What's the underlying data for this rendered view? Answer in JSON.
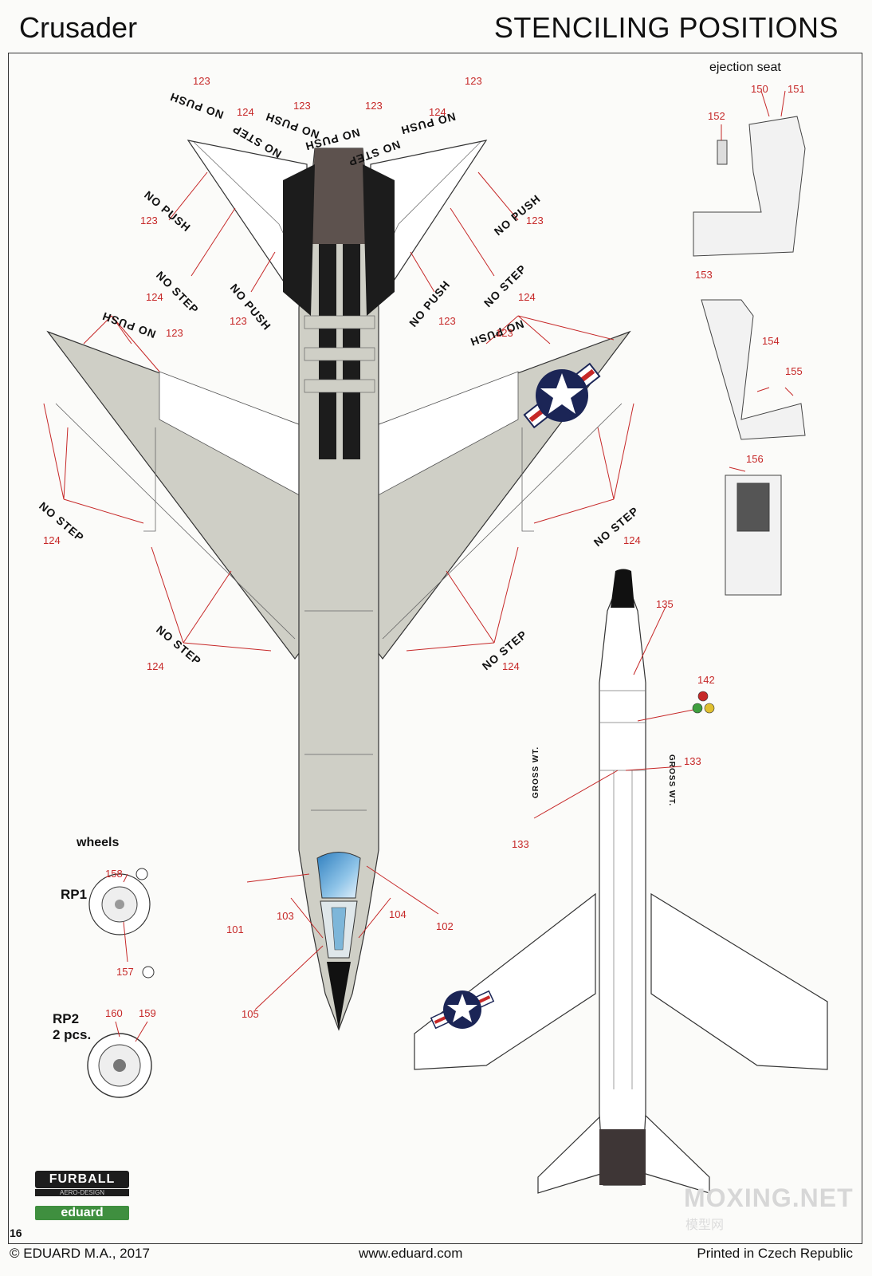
{
  "header": {
    "model": "Crusader",
    "title": "STENCILING POSITIONS"
  },
  "sections": {
    "ejection_seat": "ejection seat",
    "wheels": "wheels"
  },
  "wheels": {
    "rp1": {
      "label": "RP1"
    },
    "rp2": {
      "label": "RP2",
      "qty": "2 pcs."
    }
  },
  "stencils": {
    "no_push": "NO PUSH",
    "no_step": "NO STEP",
    "gross_wt": "GROSS WT."
  },
  "callouts": {
    "c101": "101",
    "c102": "102",
    "c103": "103",
    "c104": "104",
    "c105": "105",
    "c123": "123",
    "c124": "124",
    "c133": "133",
    "c135": "135",
    "c142": "142",
    "c150": "150",
    "c151": "151",
    "c152": "152",
    "c153": "153",
    "c154": "154",
    "c155": "155",
    "c156": "156",
    "c157": "157",
    "c158": "158",
    "c159": "159",
    "c160": "160"
  },
  "footer": {
    "page": "16",
    "copyright": "© EDUARD M.A., 2017",
    "website": "www.eduard.com",
    "printed": "Printed in Czech Republic"
  },
  "logos": {
    "furball": "FURBALL",
    "furball_sub": "AERO-DESIGN",
    "eduard": "eduard"
  },
  "watermark": {
    "text": "MOXING.NET",
    "sub": "模型网"
  },
  "colors": {
    "callout_red": "#c62828",
    "airframe_grey": "#cfcfc6",
    "canopy_blue": "#5aa3d6",
    "insignia_blue": "#1b2556",
    "insignia_red": "#c62828"
  }
}
